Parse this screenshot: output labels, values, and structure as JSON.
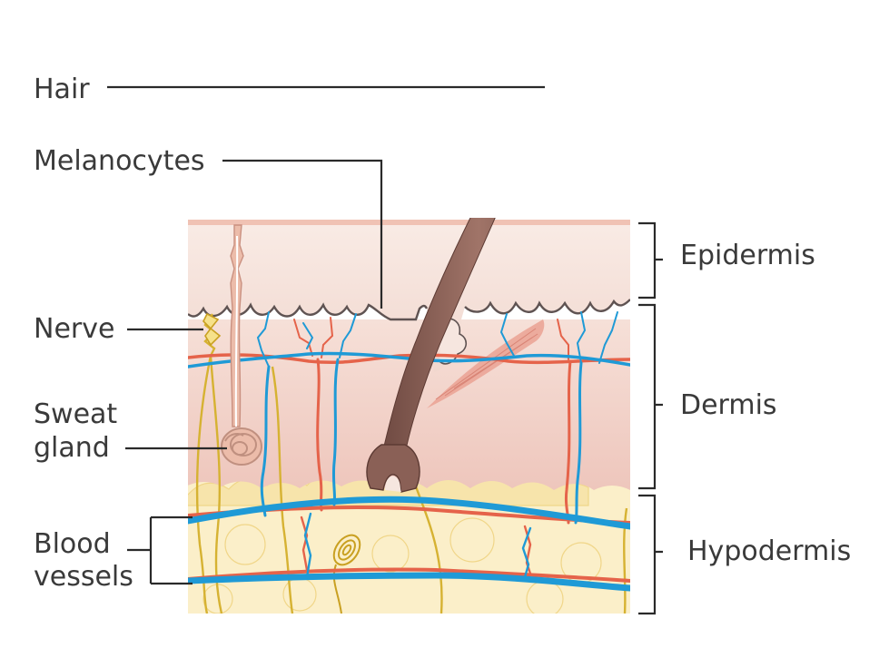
{
  "diagram": {
    "labels": {
      "hair": "Hair",
      "melanocytes": "Melanocytes",
      "nerve": "Nerve",
      "sweat_gland_1": "Sweat",
      "sweat_gland_2": "gland",
      "blood_vessels_1": "Blood",
      "blood_vessels_2": "vessels"
    },
    "layers": {
      "epidermis": "Epidermis",
      "dermis": "Dermis",
      "hypodermis": "Hypodermis"
    },
    "colors": {
      "epidermis": "#f4dcd4",
      "dermis": "#f1d3cb",
      "hypodermis": "#fbeec5",
      "fat_cell": "#f6dd9a",
      "hair": "#8a6056",
      "vein": "#1f9ad6",
      "artery": "#e5634a",
      "nerve": "#d8b331",
      "sweat_gland": "#e8b3a0",
      "muscle": "#eaa497"
    }
  }
}
